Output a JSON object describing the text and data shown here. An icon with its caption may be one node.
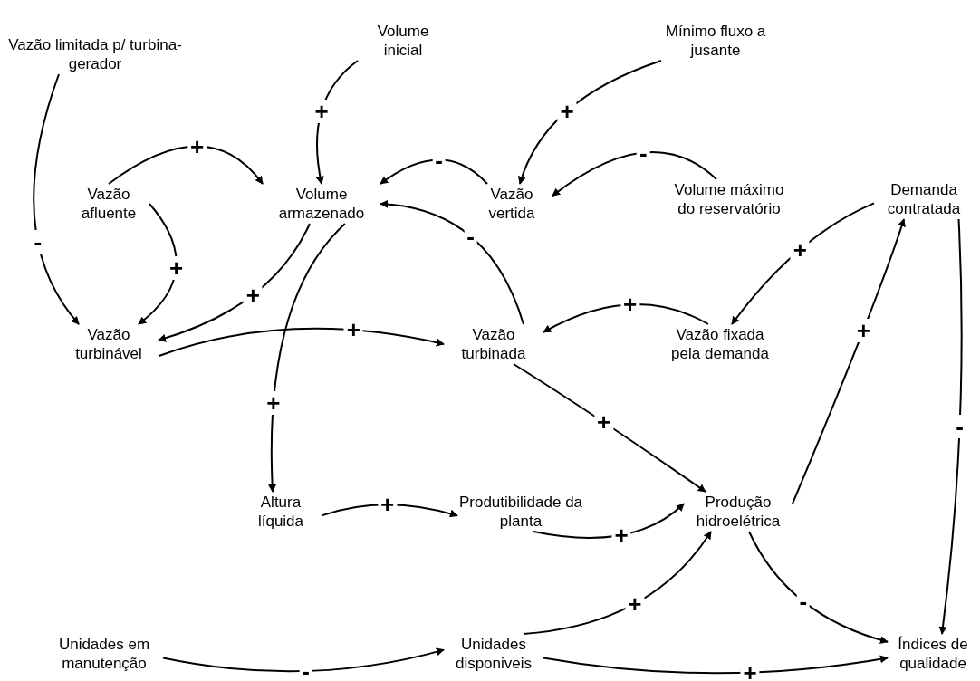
{
  "diagram": {
    "nodes": [
      {
        "text": [
          "Vazão limitada p/ turbina-gerador"
        ]
      },
      {
        "text": [
          "Volume inicial"
        ]
      },
      {
        "text": [
          "Mínimo fluxo a jusante"
        ]
      },
      {
        "text": [
          "Vazão afluente"
        ]
      },
      {
        "text": [
          "Volume armazenado"
        ]
      },
      {
        "text": [
          "Vazão vertida"
        ]
      },
      {
        "text": [
          "Volume máximo do reservatório"
        ]
      },
      {
        "text": [
          "Demanda contratada"
        ]
      },
      {
        "text": [
          "Vazão turbinável"
        ]
      },
      {
        "text": [
          "Vazão turbinada"
        ]
      },
      {
        "text": [
          "Vazão fixada pela demanda"
        ]
      },
      {
        "text": [
          "Altura líquida"
        ]
      },
      {
        "text": [
          "Produtibilidade da planta"
        ]
      },
      {
        "text": [
          "Produção hidroelétrica"
        ]
      },
      {
        "text": [
          "Unidades em manutenção"
        ]
      },
      {
        "text": [
          "Unidades disponiveis"
        ]
      },
      {
        "text": [
          "Índices de qualidade"
        ]
      }
    ],
    "edges": [
      {
        "from": 0,
        "to": 8,
        "arrow": "to",
        "label": "-"
      },
      {
        "from": 1,
        "to": 4,
        "arrow": "to",
        "label": "+"
      },
      {
        "from": 3,
        "to": 4,
        "arrow": "to",
        "label": "+"
      },
      {
        "from": 3,
        "to": 8,
        "arrow": "to",
        "label": "+"
      },
      {
        "from": 5,
        "to": 4,
        "arrow": "to",
        "label": "-"
      },
      {
        "from": 2,
        "to": 5,
        "arrow": "to",
        "label": "+"
      },
      {
        "from": 6,
        "to": 5,
        "arrow": "to",
        "label": "-"
      },
      {
        "from": 9,
        "to": 4,
        "arrow": "to",
        "label": "-"
      },
      {
        "from": 4,
        "to": 8,
        "arrow": "to",
        "label": "+"
      },
      {
        "from": 4,
        "to": 11,
        "arrow": "to",
        "label": "+"
      },
      {
        "from": 8,
        "to": 9,
        "arrow": "to",
        "label": "+"
      },
      {
        "from": 10,
        "to": 9,
        "arrow": "to",
        "label": "+"
      },
      {
        "from": 7,
        "to": 10,
        "arrow": "to",
        "label": "+"
      },
      {
        "from": 13,
        "to": 7,
        "arrow": "to",
        "label": "+"
      },
      {
        "from": 9,
        "to": 13,
        "arrow": "to",
        "label": "+"
      },
      {
        "from": 11,
        "to": 12,
        "arrow": "to",
        "label": "+"
      },
      {
        "from": 12,
        "to": 13,
        "arrow": "to",
        "label": "+"
      },
      {
        "from": 15,
        "to": 13,
        "arrow": "to",
        "label": "+"
      },
      {
        "from": 14,
        "to": 15,
        "arrow": "to",
        "label": "-"
      },
      {
        "from": 13,
        "to": 16,
        "arrow": "to",
        "label": "-"
      },
      {
        "from": 7,
        "to": 16,
        "arrow": "to",
        "label": "-"
      },
      {
        "from": 15,
        "to": 16,
        "arrow": "to",
        "label": "+"
      }
    ]
  }
}
